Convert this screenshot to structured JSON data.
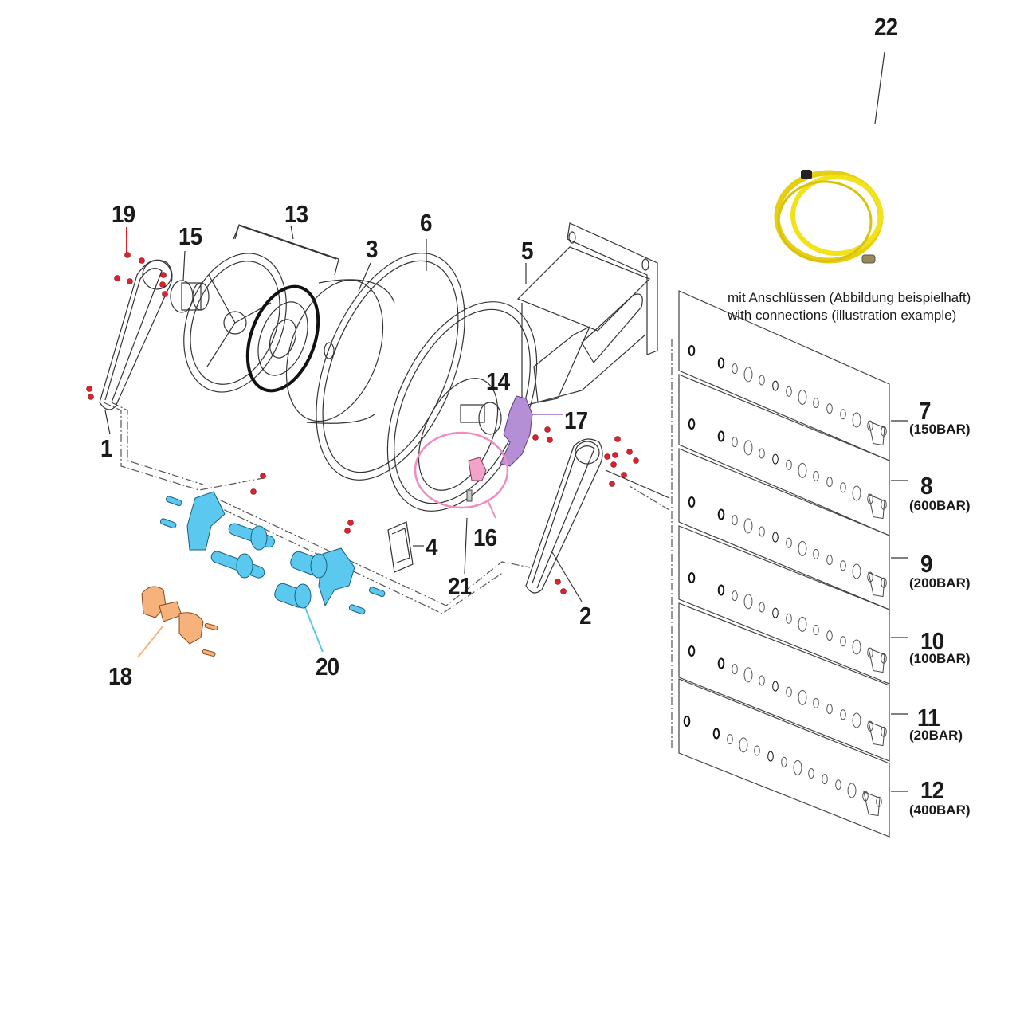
{
  "diagram": {
    "title": "Hose reel exploded parts view",
    "colors": {
      "line": "#333333",
      "screws": "#e0202a",
      "bracket_parts": "#5bc8f0",
      "brake_parts": "#b58fd6",
      "lock_circle": "#f08cbf",
      "clamp": "#f6b27a",
      "hose": "#f2e21a"
    },
    "callouts": [
      {
        "id": "1",
        "label": "1"
      },
      {
        "id": "2",
        "label": "2"
      },
      {
        "id": "3",
        "label": "3"
      },
      {
        "id": "4",
        "label": "4"
      },
      {
        "id": "5",
        "label": "5"
      },
      {
        "id": "6",
        "label": "6"
      },
      {
        "id": "13",
        "label": "13"
      },
      {
        "id": "14",
        "label": "14"
      },
      {
        "id": "15",
        "label": "15"
      },
      {
        "id": "16",
        "label": "16"
      },
      {
        "id": "17",
        "label": "17"
      },
      {
        "id": "18",
        "label": "18"
      },
      {
        "id": "19",
        "label": "19"
      },
      {
        "id": "20",
        "label": "20"
      },
      {
        "id": "21",
        "label": "21"
      },
      {
        "id": "22",
        "label": "22"
      }
    ],
    "connection_kits": [
      {
        "label": "7",
        "pressure": "(150BAR)"
      },
      {
        "label": "8",
        "pressure": "(600BAR)"
      },
      {
        "label": "9",
        "pressure": "(200BAR)"
      },
      {
        "label": "10",
        "pressure": "(100BAR)"
      },
      {
        "label": "11",
        "pressure": "(20BAR)"
      },
      {
        "label": "12",
        "pressure": "(400BAR)"
      }
    ],
    "hose_note": {
      "line_de": "mit Anschlüssen (Abbildung beispielhaft)",
      "line_en": "with connections (illustration example)"
    }
  }
}
